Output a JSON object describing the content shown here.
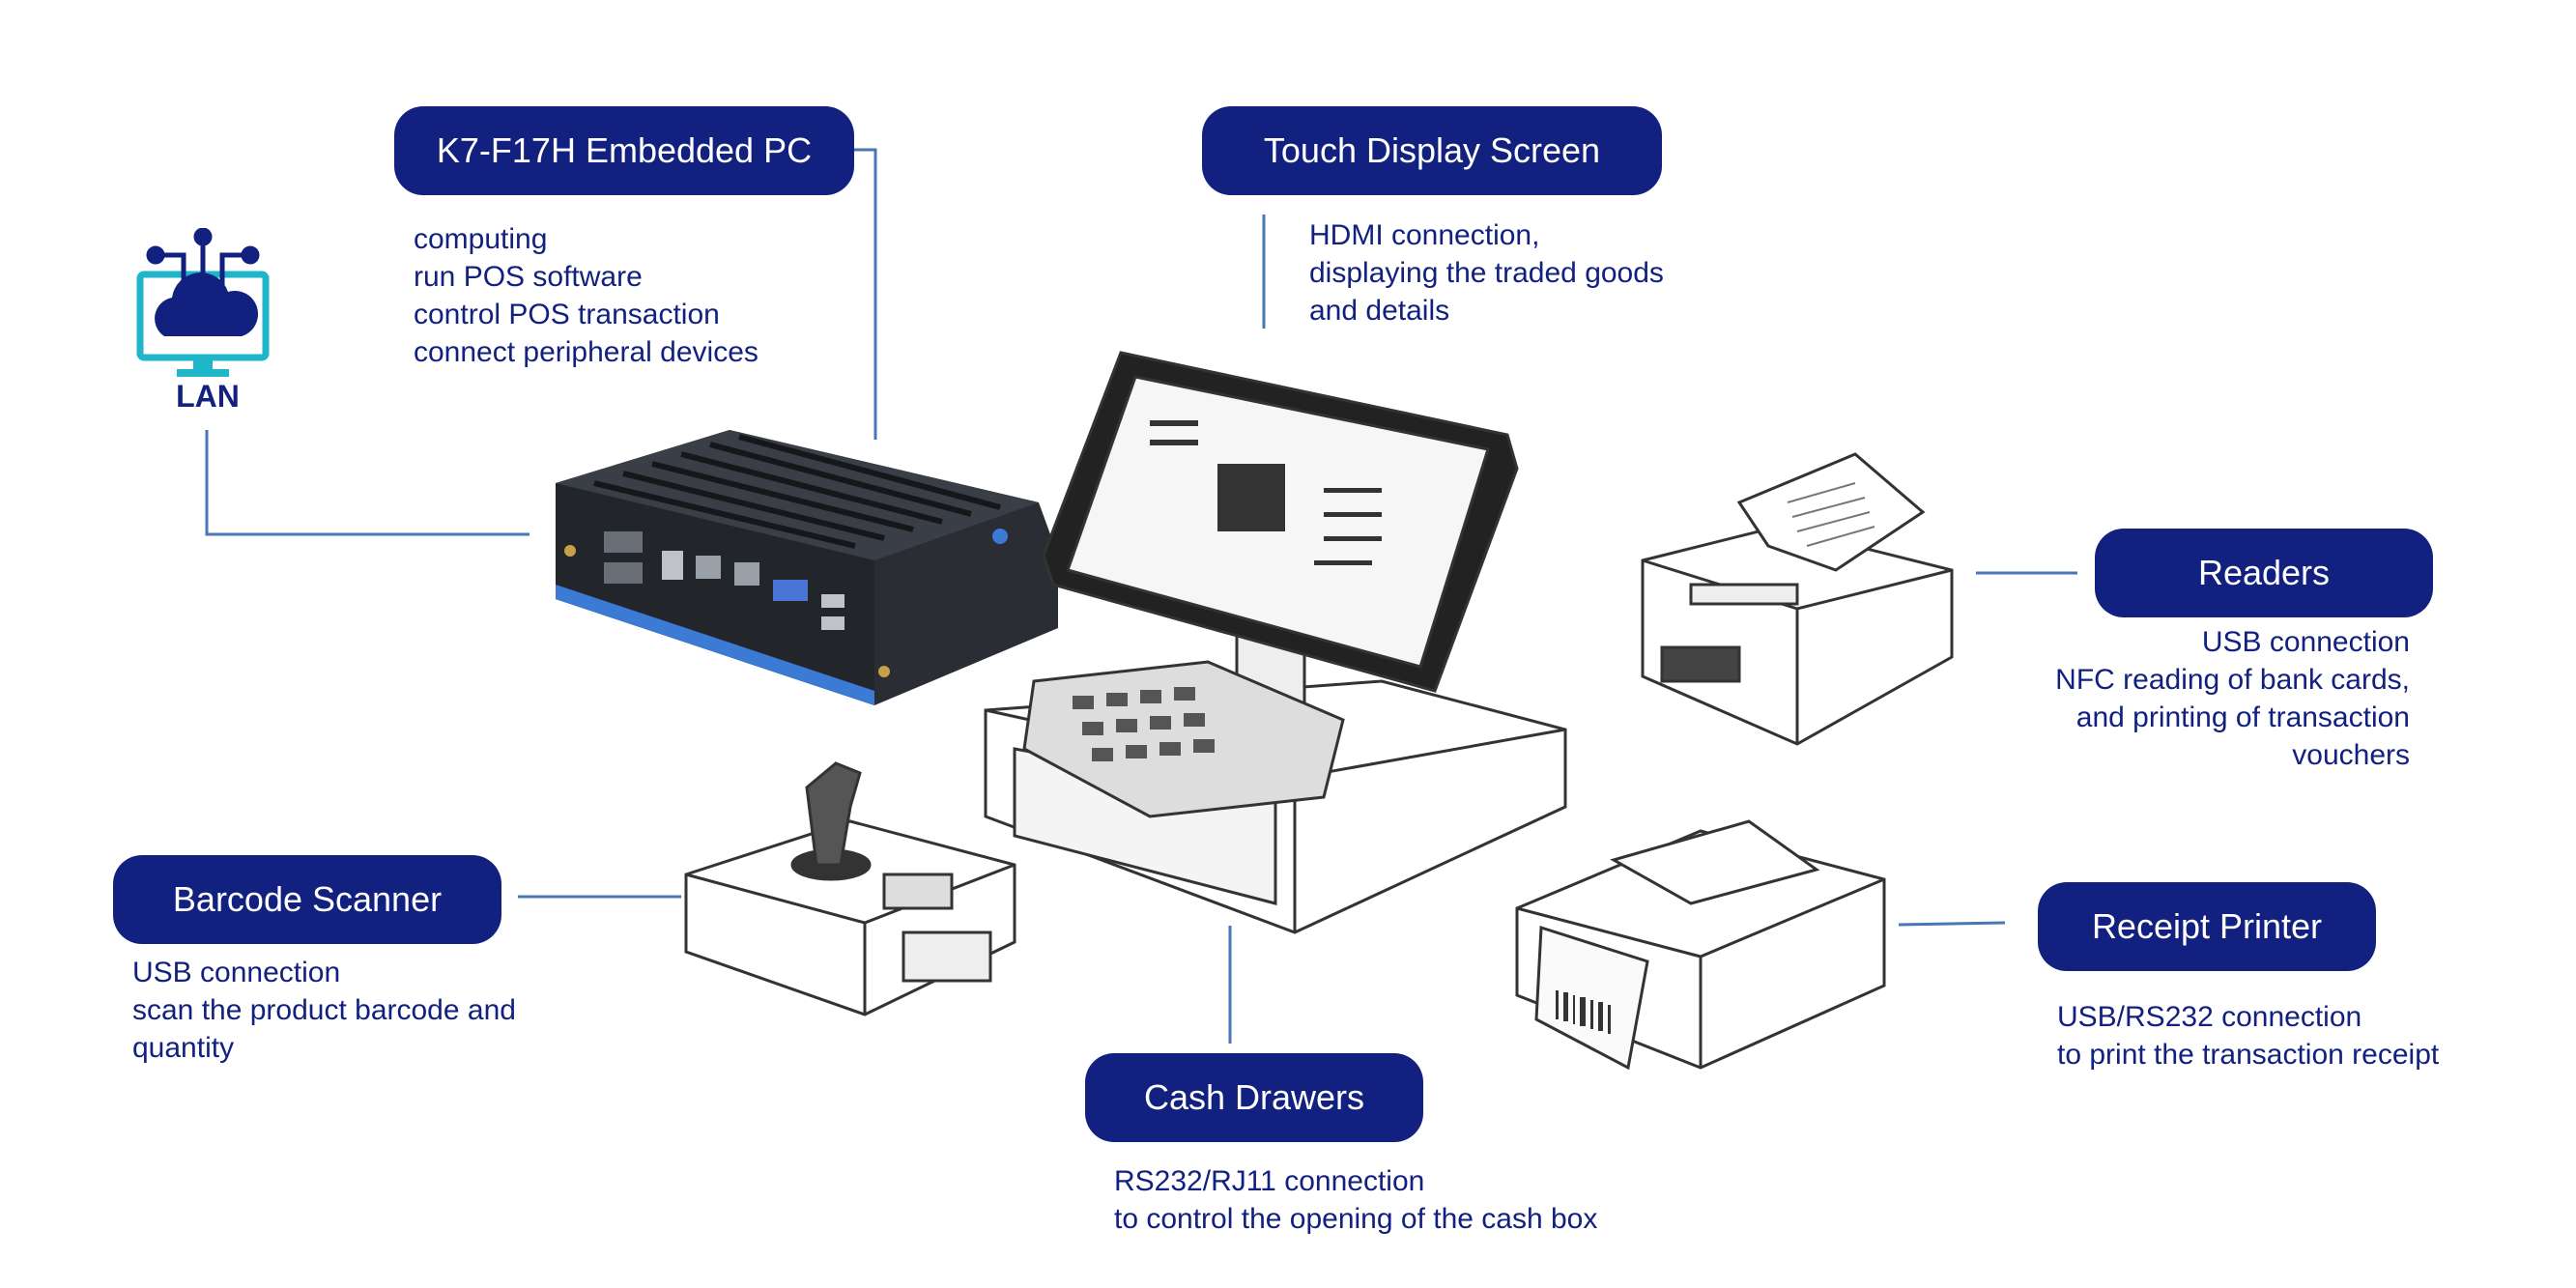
{
  "lan": {
    "label": "LAN"
  },
  "nodes": {
    "embedded_pc": {
      "title": "K7-F17H Embedded PC",
      "lines": [
        "computing",
        "run POS software",
        "control POS transaction",
        "connect peripheral devices"
      ]
    },
    "touch_display": {
      "title": "Touch Display Screen",
      "lines": [
        "HDMI connection,",
        "displaying the traded goods",
        "and details"
      ]
    },
    "readers": {
      "title": "Readers",
      "lines": [
        "USB connection",
        "NFC reading of bank cards,",
        "and printing of transaction",
        "vouchers"
      ]
    },
    "barcode_scanner": {
      "title": "Barcode Scanner",
      "lines": [
        "USB connection",
        "scan the product barcode and",
        "quantity"
      ]
    },
    "receipt_printer": {
      "title": "Receipt Printer",
      "lines": [
        "USB/RS232 connection",
        "to print the transaction receipt"
      ]
    },
    "cash_drawers": {
      "title": "Cash Drawers",
      "lines": [
        "RS232/RJ11 connection",
        "to control the opening of the cash box"
      ]
    }
  },
  "colors": {
    "accent": "#12217f",
    "connector": "#4a76b8",
    "lan_icon": "#1fb6c9"
  }
}
